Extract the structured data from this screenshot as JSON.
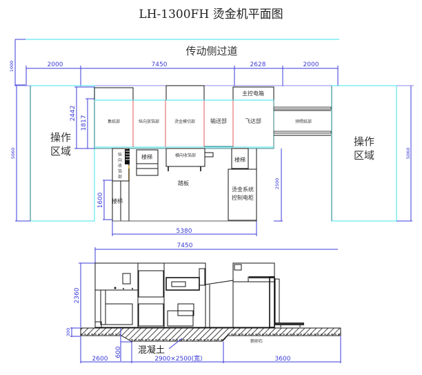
{
  "title": "LH-1300FH 烫金机平面图",
  "plan_view": {
    "aisle_label": "传动侧过道",
    "operation_zone_left": [
      "操作",
      "区域"
    ],
    "operation_zone_right": [
      "操作",
      "区域"
    ],
    "sections": {
      "paper_collection": "集纸部",
      "longitudinal_foil_feed": "纵向放箔部",
      "hot_stamp_die_cut": "烫金模切部",
      "conveyor": "输送部",
      "flying_feeder": "飞达部",
      "pre_feed": "预喂纸部",
      "main_control_box": "主控电箱",
      "longitudinal_foil_rewind": "纵向收箔部",
      "transverse_foil_rewind": "横向收箔部",
      "stairs_1": "楼梯",
      "stairs_2": "楼梯",
      "stairs_3": "楼梯",
      "pedal": "踏板",
      "control_cabinet": [
        "烫金系统",
        "控制电柜"
      ]
    },
    "dimensions": {
      "top_aisle": "1000",
      "left_zone_width": "2000",
      "machine_length": "7450",
      "pre_feed_length": "2628",
      "right_zone_width": "2000",
      "zone_depth_left": "5060",
      "zone_depth_right": "5060",
      "machine_depth_outer": "2442",
      "machine_depth_inner": "1817",
      "stair_depth": "1600",
      "platform_depth": "2500",
      "platform_width": "5380"
    }
  },
  "side_view": {
    "concrete_label": "混凝土",
    "pebble_label": "鹅卵石",
    "dimensions": {
      "machine_length": "7450",
      "machine_height": "2360",
      "slab_thickness": "300",
      "pit_depth": "600",
      "left_offset": "2600",
      "pit_size": "2900×2500(宽)",
      "right_offset": "3600"
    }
  }
}
